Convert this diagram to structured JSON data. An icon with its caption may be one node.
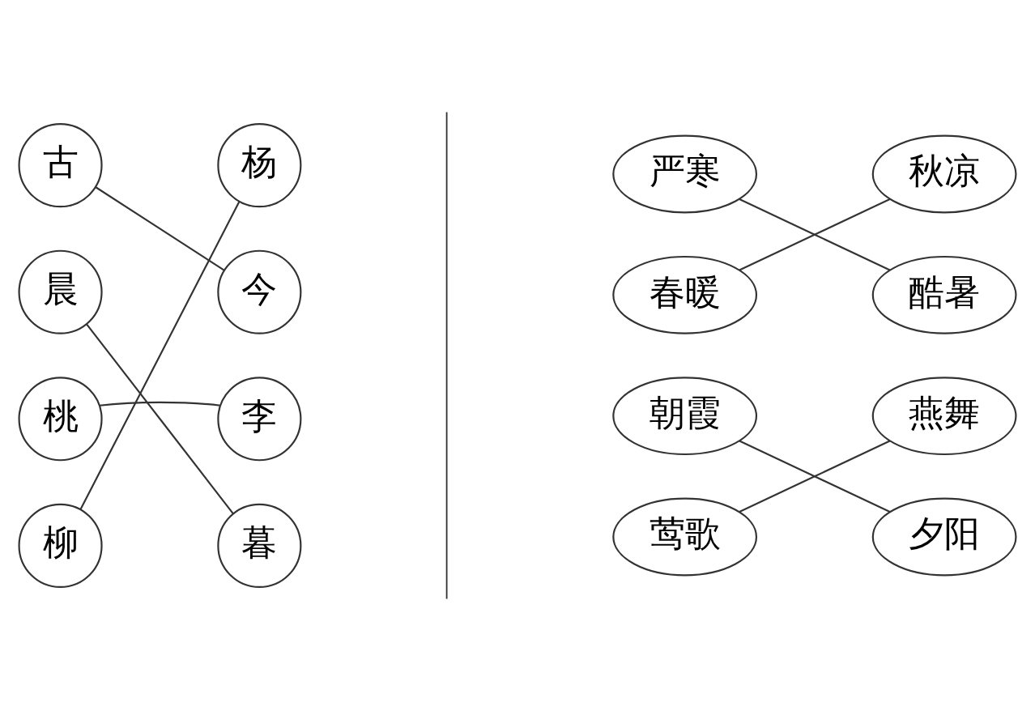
{
  "diagram": {
    "nodes": [
      {
        "text": [
          "古"
        ]
      },
      {
        "text": [
          "杨"
        ]
      },
      {
        "text": [
          "晨"
        ]
      },
      {
        "text": [
          "今"
        ]
      },
      {
        "text": [
          "桃"
        ]
      },
      {
        "text": [
          "李"
        ]
      },
      {
        "text": [
          "柳"
        ]
      },
      {
        "text": [
          "暮"
        ]
      },
      {
        "text": [
          "严寒"
        ]
      },
      {
        "text": [
          "秋凉"
        ]
      },
      {
        "text": [
          "春暖"
        ]
      },
      {
        "text": [
          "酷暑"
        ]
      },
      {
        "text": [
          "朝霞"
        ]
      },
      {
        "text": [
          "燕舞"
        ]
      },
      {
        "text": [
          "莺歌"
        ]
      },
      {
        "text": [
          "夕阳"
        ]
      }
    ],
    "edges": [
      {
        "from": 0,
        "to": 3,
        "arrow": "none"
      },
      {
        "from": 2,
        "to": 7,
        "arrow": "none"
      },
      {
        "from": 4,
        "to": 5,
        "arrow": "none"
      },
      {
        "from": 6,
        "to": 1,
        "arrow": "none"
      },
      {
        "from": 8,
        "to": 11,
        "arrow": "none"
      },
      {
        "from": 10,
        "to": 9,
        "arrow": "none"
      },
      {
        "from": 12,
        "to": 15,
        "arrow": "none"
      },
      {
        "from": 14,
        "to": 13,
        "arrow": "none"
      }
    ]
  }
}
